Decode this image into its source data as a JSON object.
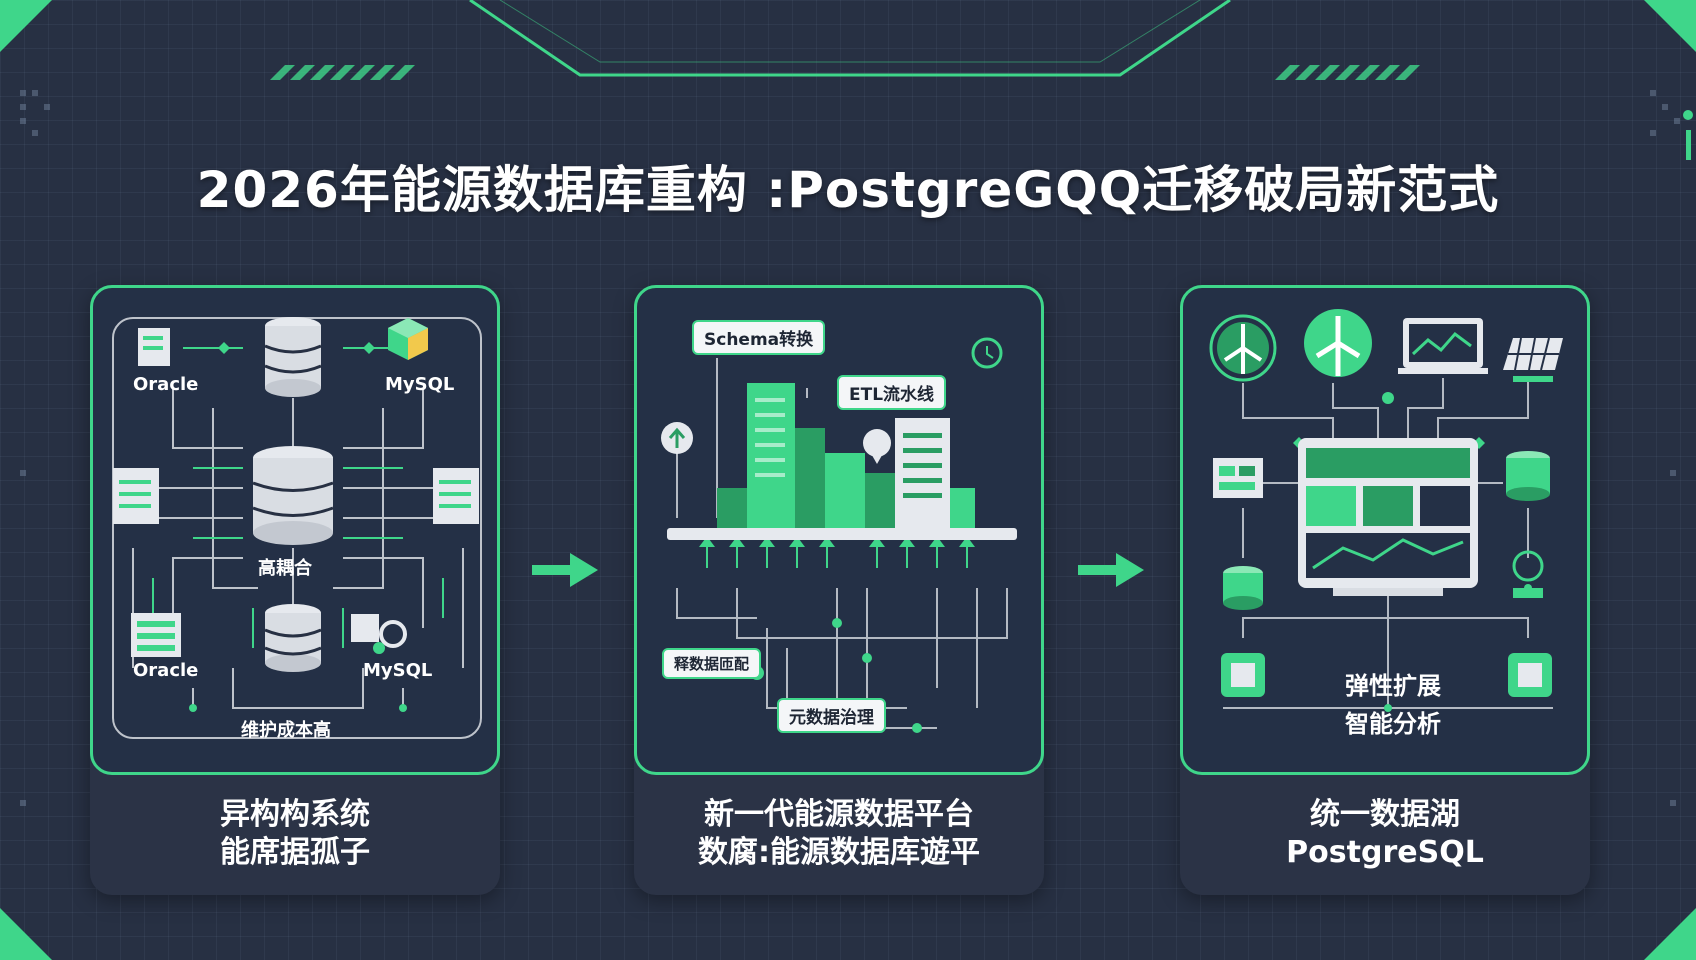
{
  "title": "2026年能源数据库重构 :PostgreGQQ迁移破局新范式",
  "colors": {
    "background": "#273043",
    "panel": "#243046",
    "accent": "#3fd68a",
    "accent_dark": "#2a9d63",
    "db_gray": "#d9dde3"
  },
  "panels": [
    {
      "labels": {
        "oracle_top": "Oracle",
        "mysql_top": "MySQL",
        "center": "高耦合",
        "oracle_bottom": "Oracle",
        "mysql_bottom": "MySQL",
        "bottom": "维护成本高"
      },
      "caption_line1": "异构构系统",
      "caption_line2": "能席据孤子"
    },
    {
      "labels": {
        "schema": "Schema转换",
        "etl": "ETL流水线",
        "mapping": "释数据匝配",
        "metadata": "元数据治理"
      },
      "caption_line1": "新一代能源数据平台",
      "caption_line2": "数腐:能源数据库遊平"
    },
    {
      "labels": {
        "elastic": "弹性扩展",
        "analysis": "智能分析"
      },
      "caption_line1": "统一数据湖",
      "caption_line2": "PostgreSQL"
    }
  ],
  "icons": [
    "database-icon",
    "document-icon",
    "cube-icon",
    "wind-turbine-icon",
    "solar-panel-icon",
    "monitor-icon",
    "arrow-right-icon",
    "chip-icon"
  ]
}
